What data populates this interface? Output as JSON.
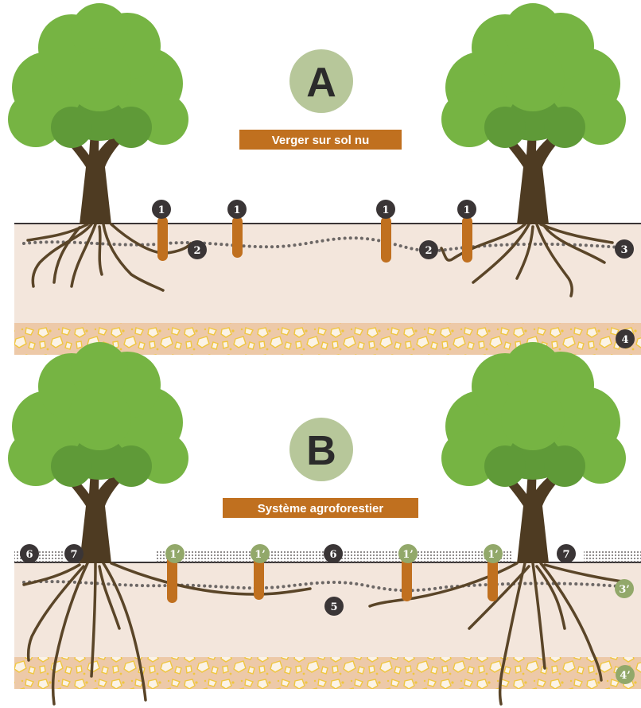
{
  "panels": [
    {
      "letter": "A",
      "title": "Verger sur sol nu",
      "markers": [
        {
          "label": "1",
          "kind": "dark"
        },
        {
          "label": "1",
          "kind": "dark"
        },
        {
          "label": "1",
          "kind": "dark"
        },
        {
          "label": "1",
          "kind": "dark"
        },
        {
          "label": "2",
          "kind": "dark"
        },
        {
          "label": "2",
          "kind": "dark"
        },
        {
          "label": "3",
          "kind": "dark"
        },
        {
          "label": "4",
          "kind": "dark"
        }
      ]
    },
    {
      "letter": "B",
      "title": "Système agroforestier",
      "markers": [
        {
          "label": "6",
          "kind": "dark"
        },
        {
          "label": "7",
          "kind": "dark"
        },
        {
          "label": "1’",
          "kind": "green"
        },
        {
          "label": "1’",
          "kind": "green"
        },
        {
          "label": "6",
          "kind": "dark"
        },
        {
          "label": "1’",
          "kind": "green"
        },
        {
          "label": "1’",
          "kind": "green"
        },
        {
          "label": "7",
          "kind": "dark"
        },
        {
          "label": "5",
          "kind": "dark"
        },
        {
          "label": "3’",
          "kind": "green"
        },
        {
          "label": "4’",
          "kind": "green"
        }
      ]
    }
  ],
  "colors": {
    "soil": "#f3e6dc",
    "gravel_band": "#edc9a8",
    "root": "#5a4528",
    "trunk": "#4e3b22",
    "canopy_dark": "#5f9a38",
    "canopy_light": "#76b443",
    "peg": "#c0701f",
    "badge": "#c0701f",
    "circle_letter_bg": "#b7c79a",
    "marker_dark": "#3a3536",
    "marker_green": "#92a86a"
  }
}
